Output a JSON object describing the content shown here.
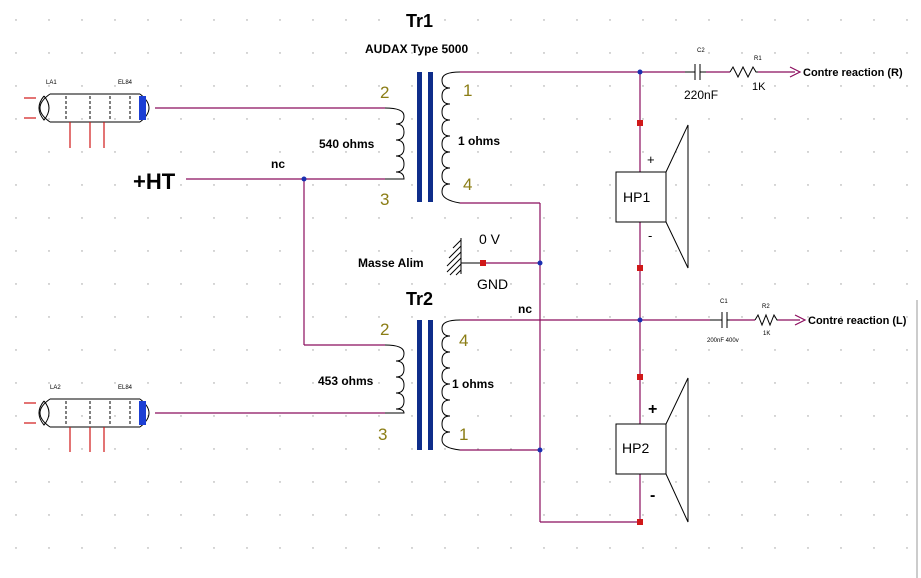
{
  "colors": {
    "wire": "#8b0d5e",
    "core": "#0e2d8a",
    "pin_number": "#8b7d15",
    "junction": "#1a2fb0",
    "terminal": "#d01818",
    "grid_dot": "#9a9a9a"
  },
  "transformers": {
    "tr1": {
      "label": "Tr1",
      "subtitle": "AUDAX Type 5000",
      "primary_impedance": "540 ohms",
      "secondary_impedance": "1 ohms",
      "pins": {
        "p2": "2",
        "p3": "3",
        "s1": "1",
        "s4": "4"
      }
    },
    "tr2": {
      "label": "Tr2",
      "primary_impedance": "453 ohms",
      "secondary_impedance": "1 ohms",
      "pins": {
        "p2": "2",
        "p3": "3",
        "s4": "4",
        "s1": "1"
      }
    }
  },
  "supply": {
    "ht_label": "+HT",
    "nc_top": "nc",
    "nc_mid": "nc",
    "ground_name": "Masse Alim",
    "ground_voltage": "0 V",
    "ground_net": "GND"
  },
  "tubes": {
    "la1": {
      "ref": "LA1",
      "type": "EL84"
    },
    "la2": {
      "ref": "LA2",
      "type": "EL84"
    }
  },
  "speakers": {
    "hp1": {
      "label": "HP1",
      "plus": "+",
      "minus": "-"
    },
    "hp2": {
      "label": "HP2",
      "plus": "+",
      "minus": "-"
    }
  },
  "feedback": {
    "right": {
      "cap_ref": "C2",
      "cap_value": "220nF",
      "res_ref": "R1",
      "res_value": "1K",
      "output": "Contre reaction (R)"
    },
    "left": {
      "cap_ref": "C1",
      "cap_value": "200nF 400v",
      "res_ref": "R2",
      "res_value": "1K",
      "output": "Contre reaction (L)"
    }
  }
}
